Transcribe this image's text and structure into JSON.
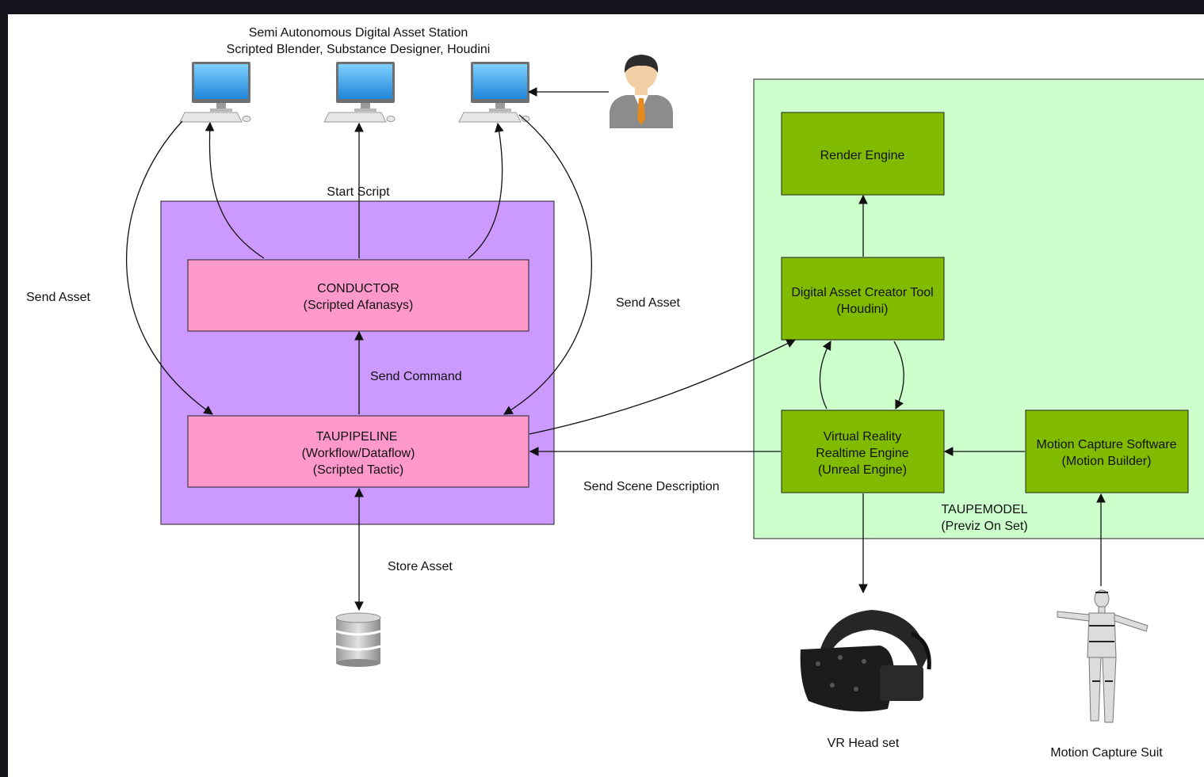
{
  "station": {
    "title_line1": "Semi Autonomous Digital Asset Station",
    "title_line2": "Scripted Blender, Substance Designer, Houdini"
  },
  "edges": {
    "start_script": "Start Script",
    "send_asset_left": "Send Asset",
    "send_asset_right": "Send Asset",
    "send_command": "Send Command",
    "store_asset": "Store Asset",
    "send_scene_description": "Send Scene Description"
  },
  "conductor": {
    "line1": "CONDUCTOR",
    "line2": "(Scripted Afanasys)"
  },
  "taupipeline": {
    "line1": "TAUPIPELINE",
    "line2": "(Workflow/Dataflow)",
    "line3": "(Scripted Tactic)"
  },
  "render_engine": {
    "line1": "Render Engine"
  },
  "dact": {
    "line1": "Digital Asset Creator Tool",
    "line2": "(Houdini)"
  },
  "vr_engine": {
    "line1": "Virtual Reality",
    "line2": "Realtime Engine",
    "line3": "(Unreal Engine)"
  },
  "mocap_software": {
    "line1": "Motion Capture Software",
    "line2": "(Motion Builder)"
  },
  "taupemodel": {
    "line1": "TAUPEMODEL",
    "line2": "(Previz On Set)"
  },
  "vr_headset_label": "VR Head set",
  "mocap_suit_label": "Motion Capture Suit",
  "colors": {
    "purple_region": "#cc99ff",
    "green_region": "#ccffcc",
    "pink_box": "#ff99cc",
    "green_box": "#80bb00",
    "frame": "#14141d"
  },
  "icons": [
    "computer-icon",
    "user-icon",
    "database-icon",
    "vr-headset-icon",
    "mocap-suit-icon"
  ]
}
